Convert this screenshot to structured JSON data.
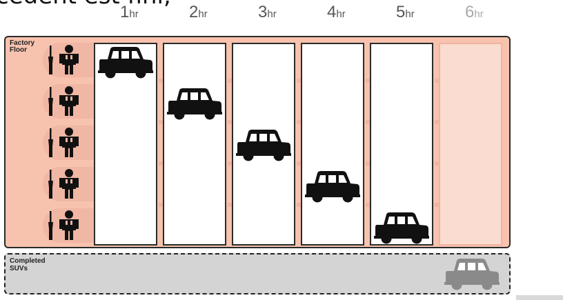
{
  "header": {
    "cropped_text": "cédent est fini,",
    "hours": [
      {
        "number": "1",
        "unit": "hr"
      },
      {
        "number": "2",
        "unit": "hr"
      },
      {
        "number": "3",
        "unit": "hr"
      },
      {
        "number": "4",
        "unit": "hr"
      },
      {
        "number": "5",
        "unit": "hr"
      },
      {
        "number": "6",
        "unit": "hr"
      }
    ]
  },
  "factory_floor": {
    "label": "Factory\nFloor",
    "workstations": 5,
    "hours_shown": 6,
    "car_station_by_hour": [
      1,
      2,
      3,
      4,
      5
    ]
  },
  "completed": {
    "label": "Completed\nSUVs",
    "count": 1
  },
  "colors": {
    "floor": "#f7c2ae",
    "station": "#f0b7a4",
    "future_column": "#fadcd0",
    "car": "#111111",
    "completed_car": "#8a8a8a",
    "completed_area": "#d4d4d4"
  },
  "icons": {
    "worker": "worker-with-screwdriver-icon",
    "car": "suv-icon"
  }
}
